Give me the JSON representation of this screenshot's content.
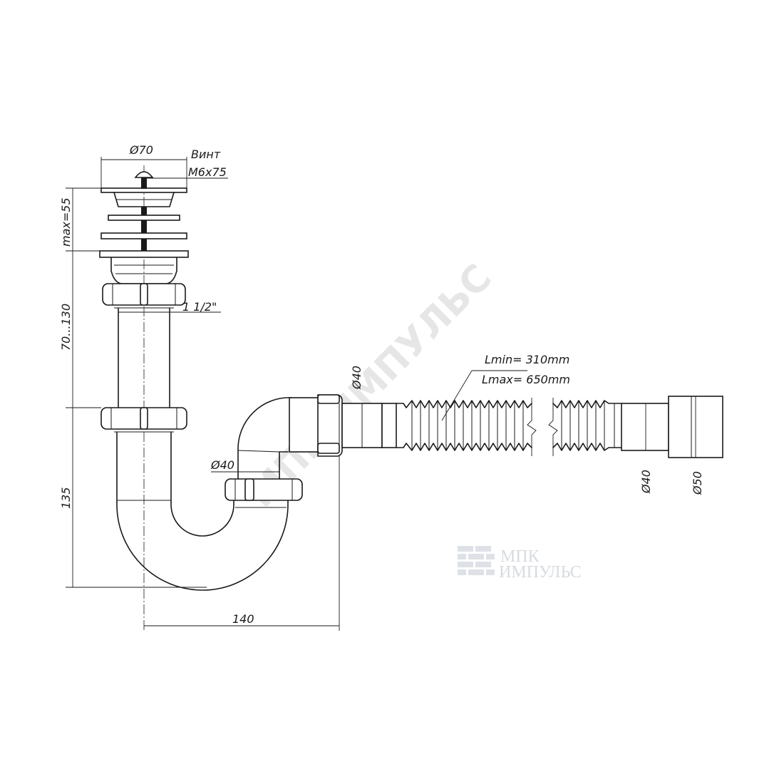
{
  "labels": {
    "diam_70": "Ø70",
    "screw_word": "Винт",
    "screw_size": "M6x75",
    "max_55": "max=55",
    "thread": "1 1/2\"",
    "range_70_130": "70...130",
    "diam_40_outlet": "Ø40",
    "diam_40_flex": "Ø40",
    "lmin": "Lmin= 310mm",
    "lmax": "Lmax= 650mm",
    "diam_40_end": "Ø40",
    "diam_50_end": "Ø50",
    "dim_135": "135",
    "dim_140": "140"
  },
  "watermark": {
    "diagonal_text": "МПК ИМПУЛЬС",
    "logo_line1": "МПК",
    "logo_line2": "ИМПУЛЬС"
  }
}
